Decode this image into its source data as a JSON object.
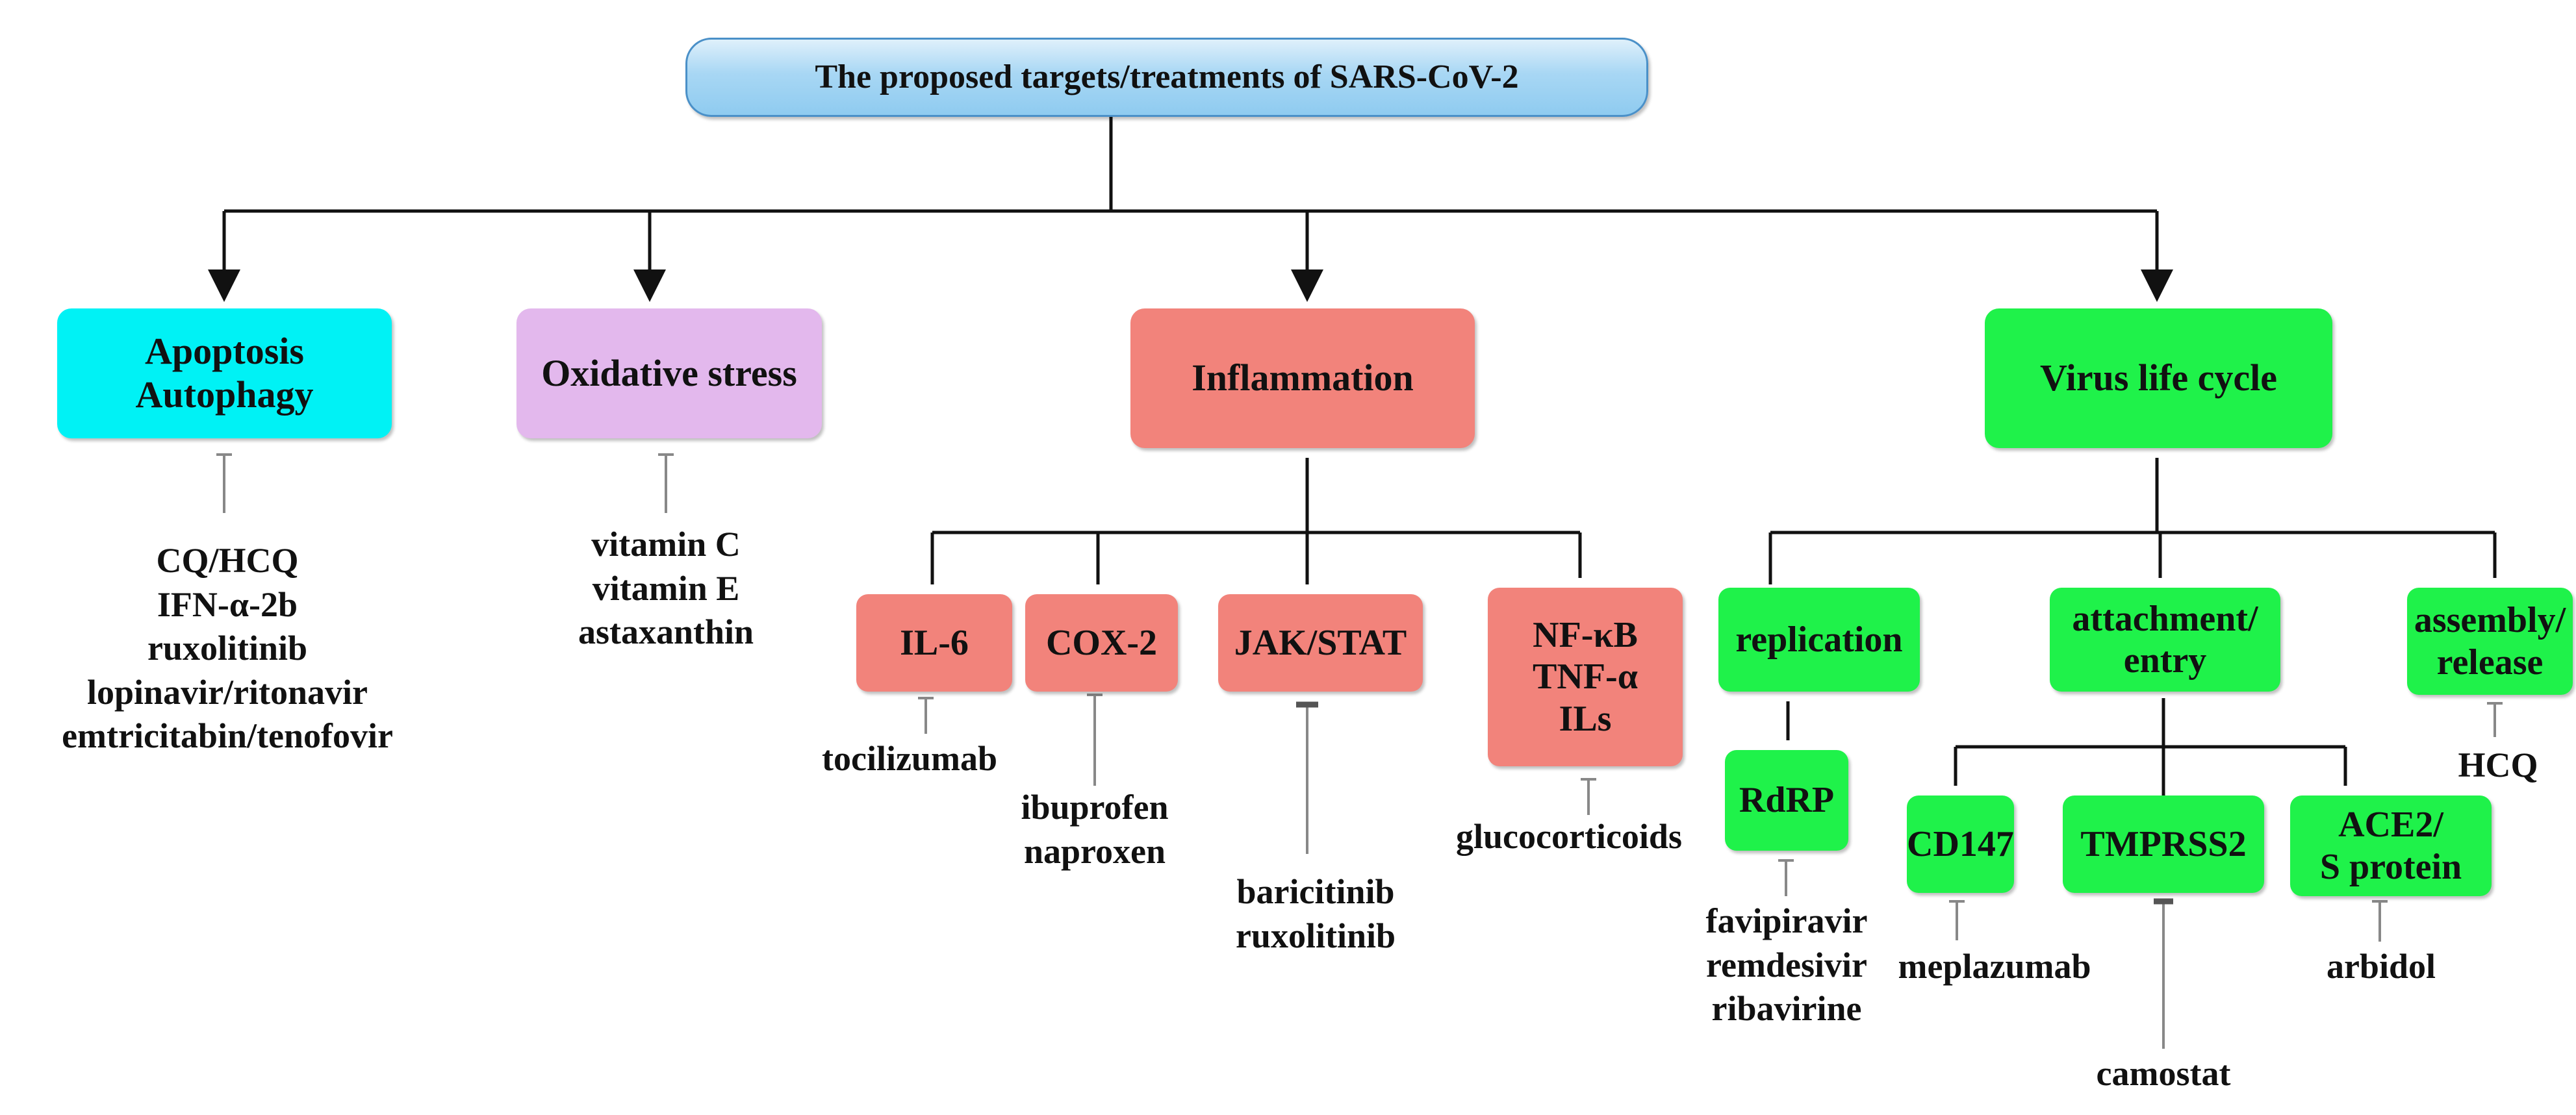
{
  "title": "The proposed targets/treatments of SARS-CoV-2",
  "categories": {
    "apoptosis": "Apoptosis\nAutophagy",
    "oxidative": "Oxidative stress",
    "inflammation": "Inflammation",
    "virus": "Virus life cycle"
  },
  "inflammation_targets": {
    "il6": "IL-6",
    "cox2": "COX-2",
    "jakstat": "JAK/STAT",
    "nfkb": "NF-κB\nTNF-α\nILs"
  },
  "virus_stages": {
    "replication": "replication",
    "attachment": "attachment/\nentry",
    "assembly": "assembly/\nrelease"
  },
  "virus_targets": {
    "rdrp": "RdRP",
    "cd147": "CD147",
    "tmprss2": "TMPRSS2",
    "ace2": "ACE2/\nS protein"
  },
  "treatments": {
    "apoptosis": [
      "CQ/HCQ",
      "IFN-α-2b",
      "ruxolitinib",
      "lopinavir/ritonavir",
      "emtricitabin/tenofovir"
    ],
    "oxidative": [
      "vitamin C",
      "vitamin E",
      "astaxanthin"
    ],
    "il6": [
      "tocilizumab"
    ],
    "cox2": [
      "ibuprofen",
      "naproxen"
    ],
    "jakstat": [
      "baricitinib",
      "ruxolitinib"
    ],
    "nfkb": [
      "glucocorticoids"
    ],
    "rdrp": [
      "favipiravir",
      "remdesivir",
      "ribavirine"
    ],
    "cd147": [
      "meplazumab"
    ],
    "tmprss2": [
      "camostat"
    ],
    "ace2": [
      "arbidol"
    ],
    "assembly": [
      "HCQ"
    ]
  },
  "colors": {
    "title_fill": "#a8d7f4",
    "apoptosis_fill": "#00f2f5",
    "oxidative_fill": "#e3b8ed",
    "inflammation_fill": "#f2837b",
    "virus_fill": "#1ff24a",
    "line": "#111111",
    "inhibitor": "#888888"
  }
}
